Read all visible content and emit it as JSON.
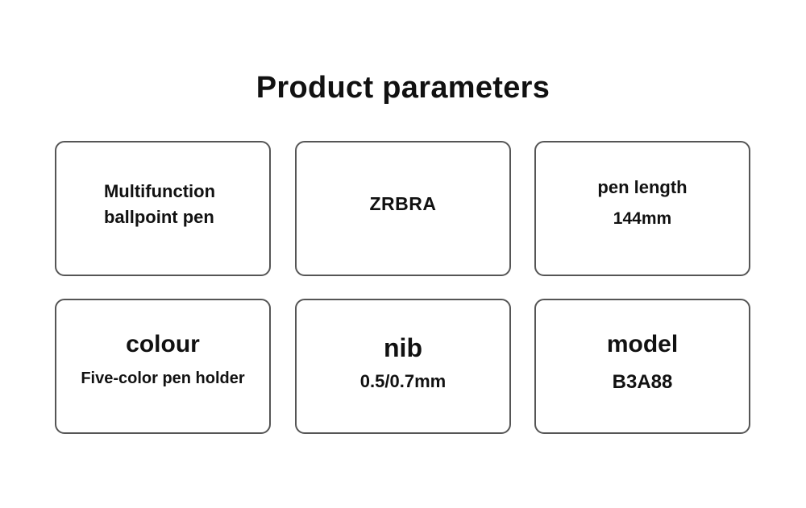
{
  "header": {
    "title": "Product parameters"
  },
  "cards": [
    {
      "lines": [
        "Multifunction",
        "ballpoint pen"
      ]
    },
    {
      "label": "ZRBRA"
    },
    {
      "label": "pen length",
      "value": "144mm"
    },
    {
      "label": "colour",
      "value": "Five-color pen holder"
    },
    {
      "label": "nib",
      "value": "0.5/0.7mm"
    },
    {
      "label": "model",
      "value": "B3A88"
    }
  ]
}
